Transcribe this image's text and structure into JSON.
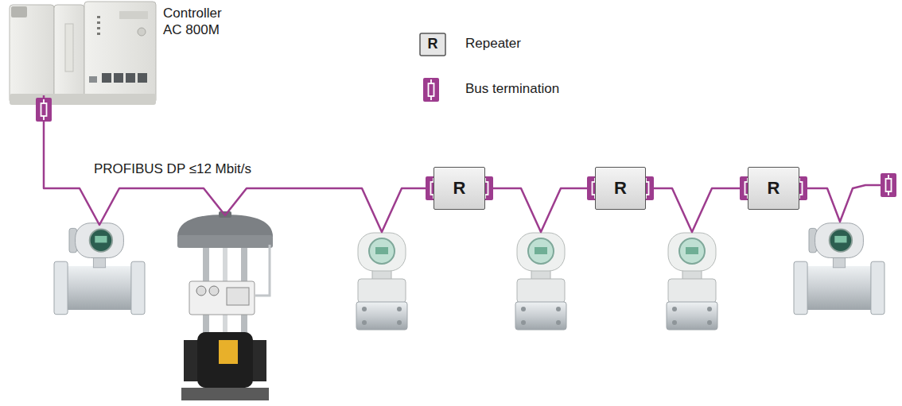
{
  "diagram": {
    "nodes": [
      {
        "text": [
          "Controller AC 800M"
        ]
      },
      {
        "text": [
          "R"
        ]
      },
      {
        "text": [
          "R"
        ]
      },
      {
        "text": [
          "R"
        ]
      }
    ],
    "edges": [
      {
        "from": 0,
        "to": 1,
        "arrow": "none"
      },
      {
        "from": 1,
        "to": 2,
        "arrow": "none"
      },
      {
        "from": 2,
        "to": 3,
        "arrow": "none"
      }
    ],
    "labels": [
      "PROFIBUS DP ≤12 Mbit/s",
      "R"
    ],
    "legend": [
      {
        "text": "Repeater"
      },
      {
        "text": "Bus termination"
      }
    ]
  }
}
